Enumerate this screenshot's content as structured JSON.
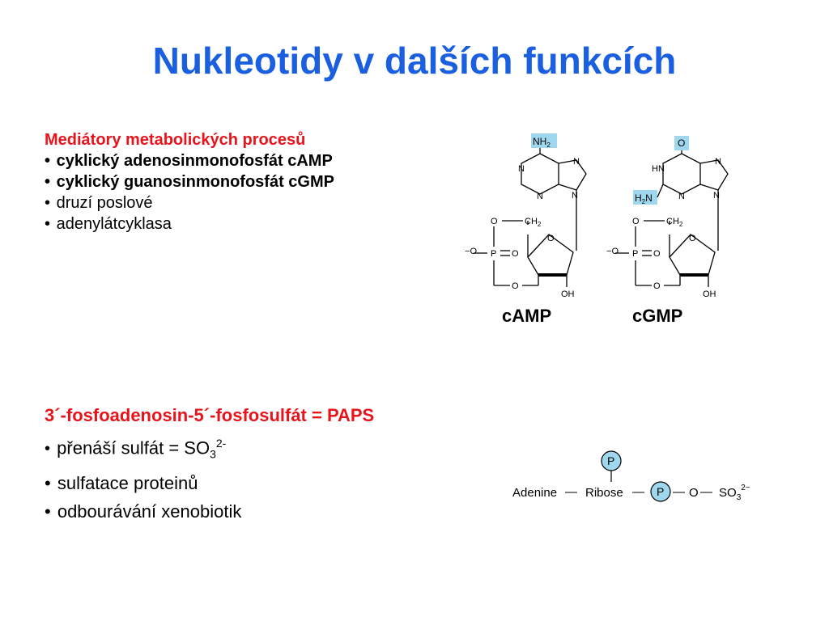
{
  "title": "Nukleotidy v dalších funkcích",
  "section1": {
    "heading": "Mediátory metabolických procesů",
    "items": [
      "cyklický adenosinmonofosfát cAMP",
      "cyklický guanosinmonofosfát cGMP",
      "druzí poslové",
      "adenylátcyklasa"
    ]
  },
  "section2": {
    "heading": "3´-fosfoadenosin-5´-fosfosulfát = PAPS",
    "item1_prefix": "přenáší sulfát = SO",
    "item1_sub": "3",
    "item1_sup": "2-",
    "items": [
      "sulfatace proteinů",
      "odbourávání xenobiotik"
    ]
  },
  "structures": {
    "camp_label": "cAMP",
    "cgmp_label": "cGMP",
    "atoms": {
      "nh2": "NH",
      "nh2_sub": "2",
      "o": "O",
      "n": "N",
      "hn": "HN",
      "h2n_h": "H",
      "h2n_sub": "2",
      "h2n_n": "N",
      "ch2": "CH",
      "ch2_sub": "2",
      "p": "P",
      "oh": "OH",
      "minus": "−"
    },
    "highlight_color": "#9fd8ee"
  },
  "paps_diagram": {
    "adenine": "Adenine",
    "dash": "—",
    "ribose": "Ribose",
    "p": "P",
    "o": "O",
    "so": "SO",
    "so_sub": "3",
    "so_sup": "2−",
    "circle_color": "#9fd8ee"
  },
  "colors": {
    "title": "#1a5fe0",
    "heading": "#e8141c"
  }
}
